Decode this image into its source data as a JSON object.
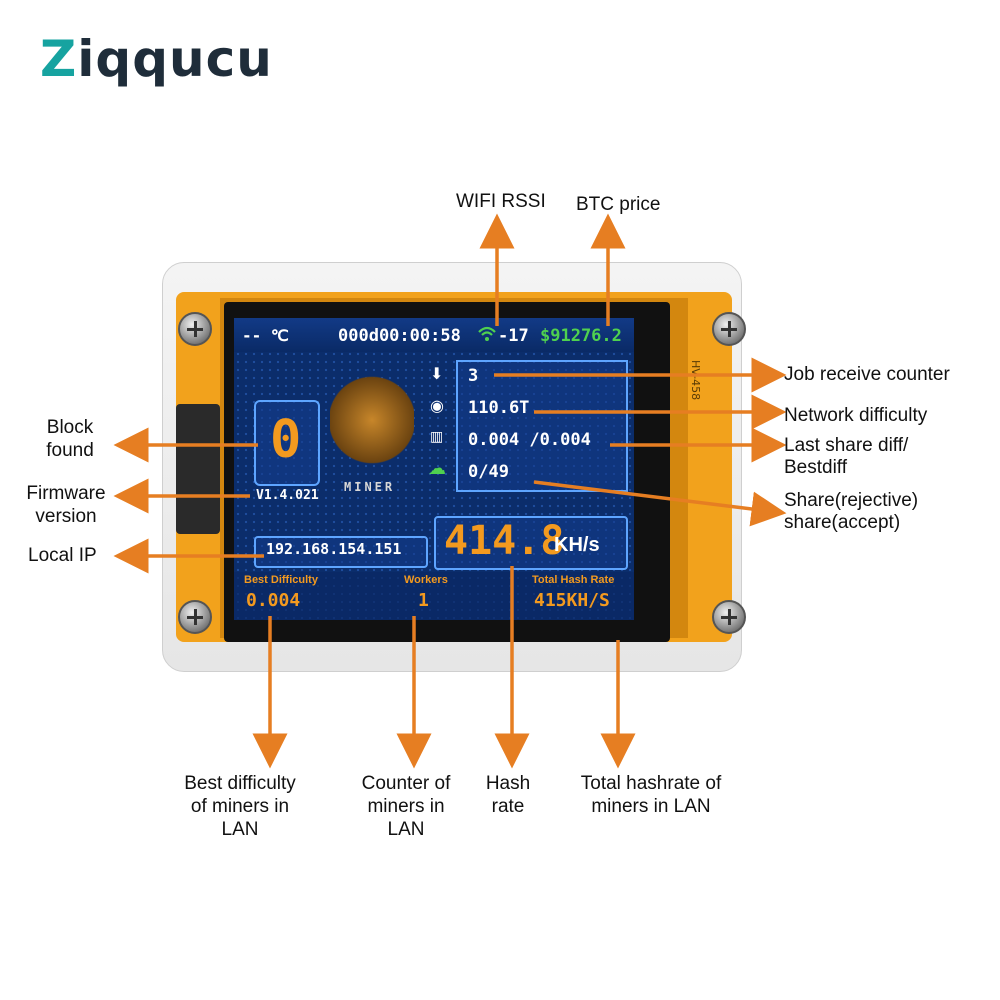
{
  "brand": {
    "name": "Ziqqucu"
  },
  "colors": {
    "arrow": "#e67e22",
    "screen_bg": "#0b2d6b",
    "digits_orange": "#f39a1f",
    "price_green": "#4fd14f",
    "pcb": "#f2a21c"
  },
  "screen": {
    "temp": "-- ℃",
    "uptime": "000d00:00:58",
    "rssi": "-17",
    "btc_price": "$91276.2",
    "job_counter": "3",
    "network_difficulty": "110.6T",
    "share_diff": "0.004 /0.004",
    "shares": "0/49",
    "block_found": "0",
    "firmware": "V1.4.021",
    "local_ip": "192.168.154.151",
    "hash_rate": "414.8",
    "hash_unit": "KH/s",
    "best_difficulty_label": "Best Difficulty",
    "best_difficulty": "0.004",
    "workers_label": "Workers",
    "workers": "1",
    "total_hash_label": "Total Hash Rate",
    "total_hash": "415KH/S",
    "logo_text": "MINER",
    "pcb_label": "HV-458"
  },
  "callouts": {
    "wifi_rssi": "WIFI RSSI",
    "btc_price": "BTC price",
    "job_receive_counter": "Job receive counter",
    "network_difficulty": "Network difficulty",
    "last_share_diff": "Last share diff/",
    "bestdiff": "Bestdiff",
    "share_rejective": "Share(rejective)",
    "share_accept": "share(accept)",
    "block_found_1": "Block",
    "block_found_2": "found",
    "firmware_1": "Firmware",
    "firmware_2": "version",
    "local_ip": "Local IP",
    "best_diff_lan_1": "Best difficulty",
    "best_diff_lan_2": "of miners in",
    "best_diff_lan_3": "LAN",
    "counter_1": "Counter of",
    "counter_2": "miners in",
    "counter_3": "LAN",
    "hash_rate_1": "Hash",
    "hash_rate_2": "rate",
    "total_hashrate_1": "Total hashrate of",
    "total_hashrate_2": "miners in LAN"
  }
}
